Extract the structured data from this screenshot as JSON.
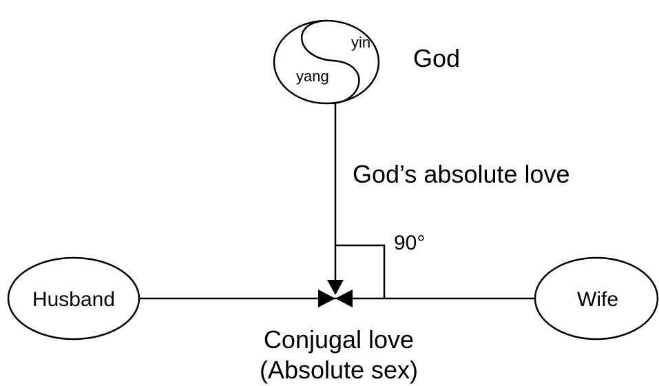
{
  "god": {
    "label": "God",
    "yin": "yin",
    "yang": "yang"
  },
  "arrow_label": "God’s absolute love",
  "angle_label": "90°",
  "husband": "Husband",
  "wife": "Wife",
  "conjugal": {
    "line1": "Conjugal love",
    "line2": "(Absolute sex)"
  },
  "colors": {
    "stroke": "#000000",
    "background": "#ffffff"
  }
}
